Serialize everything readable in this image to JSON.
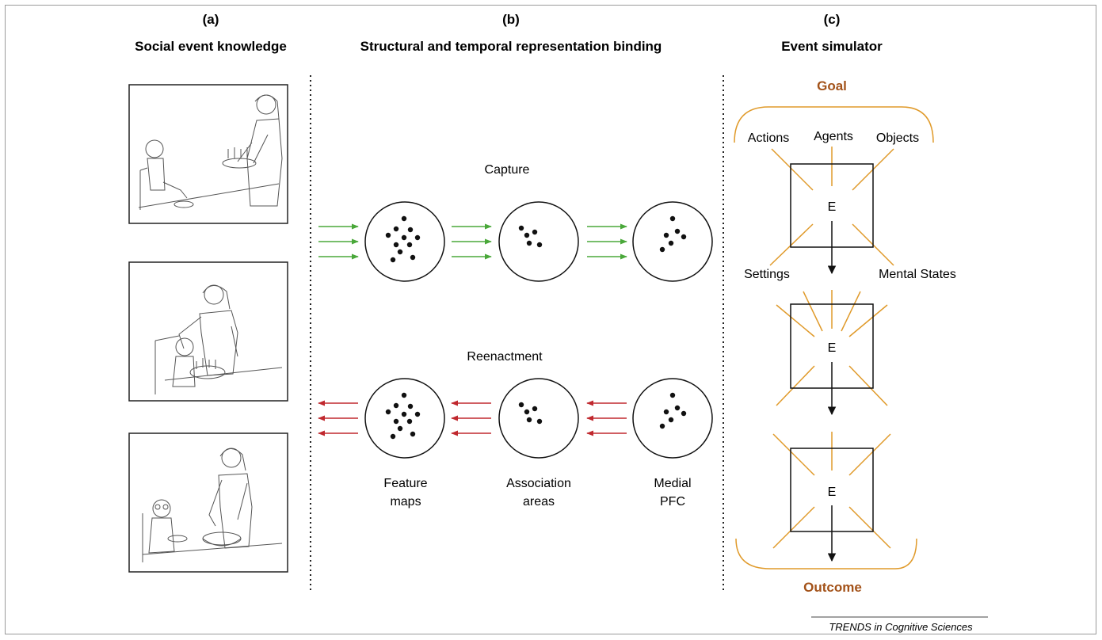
{
  "panels": {
    "a": {
      "letter": "(a)",
      "title": "Social event knowledge"
    },
    "b": {
      "letter": "(b)",
      "title": "Structural and temporal representation binding"
    },
    "c": {
      "letter": "(c)",
      "title": "Event simulator"
    }
  },
  "scenes": [
    "birthday-cake-being-served",
    "candles-on-cake",
    "cake-being-cut"
  ],
  "binding": {
    "capture_label": "Capture",
    "reenactment_label": "Reenactment",
    "stages": [
      {
        "label_line1": "Feature",
        "label_line2": "maps"
      },
      {
        "label_line1": "Association",
        "label_line2": "areas"
      },
      {
        "label_line1": "Medial",
        "label_line2": "PFC"
      }
    ],
    "capture_arrow_color": "#4aa83a",
    "reenact_arrow_color": "#c0282e"
  },
  "simulator": {
    "goal_label": "Goal",
    "outcome_label": "Outcome",
    "actions_label": "Actions",
    "agents_label": "Agents",
    "objects_label": "Objects",
    "settings_label": "Settings",
    "mental_states_label": "Mental States",
    "event_label": "E",
    "accent_color": "#e09a2a",
    "label_color": "#a35219"
  },
  "credit": "TRENDS in Cognitive Sciences"
}
